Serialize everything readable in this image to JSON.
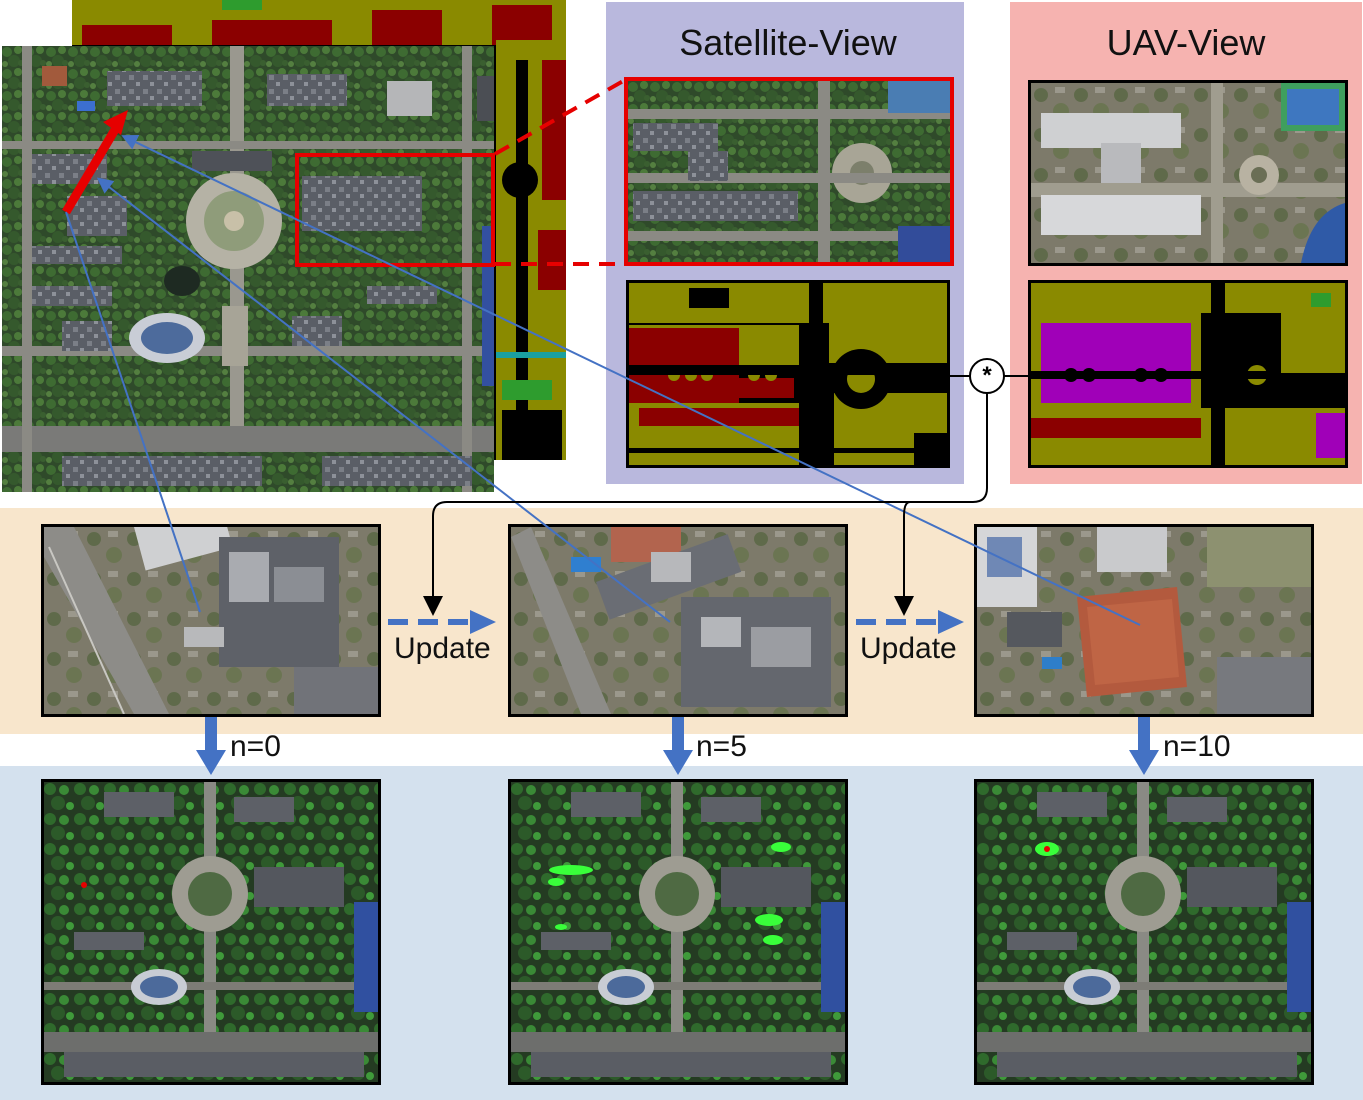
{
  "panels": {
    "satellite": {
      "title": "Satellite-View",
      "bg": "#b9b8dd"
    },
    "uav": {
      "title": "UAV-View",
      "bg": "#f6b3b0"
    }
  },
  "bands": {
    "update_band_bg": "#f8e6cc",
    "result_band_bg": "#d4e1ee"
  },
  "operator": {
    "symbol": "*"
  },
  "update_labels": [
    "Update",
    "Update"
  ],
  "iterations": [
    "n=0",
    "n=5",
    "n=10"
  ],
  "colors": {
    "highlight_red": "#e60000",
    "arrow_blue": "#4472c4",
    "seg_olive": "#8a8a00",
    "seg_darkred": "#8b0000",
    "seg_purple": "#a000b8",
    "seg_black": "#000000"
  }
}
